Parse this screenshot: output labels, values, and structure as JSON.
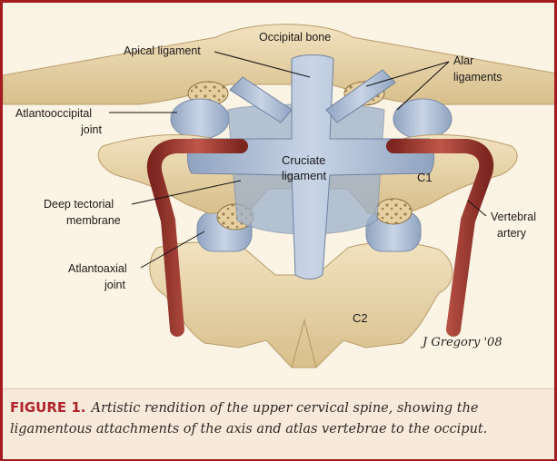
{
  "labels": {
    "apical": "Apical ligament",
    "occipital": "Occipital bone",
    "alar_1": "Alar",
    "alar_2": "ligaments",
    "atlanto_occ_1": "Atlantooccipital",
    "atlanto_occ_2": "joint",
    "cruciate_1": "Cruciate",
    "cruciate_2": "ligament",
    "c1": "C1",
    "deep_1": "Deep tectorial",
    "deep_2": "membrane",
    "vertebral_1": "Vertebral",
    "vertebral_2": "artery",
    "atlantoaxial_1": "Atlantoaxial",
    "atlantoaxial_2": "joint",
    "c2": "C2"
  },
  "signature": "J Gregory '08",
  "caption": {
    "figure_number": "FIGURE 1.",
    "text": "Artistic rendition of the upper cervical spine, showing the ligamentous attachments of the axis and atlas vertebrae to the occiput."
  },
  "colors": {
    "frame": "#a31b1f",
    "bone": "#e8d3a6",
    "ligament": "#aebfd6",
    "artery": "#a93a31",
    "caption_bg": "#f8eadb"
  }
}
